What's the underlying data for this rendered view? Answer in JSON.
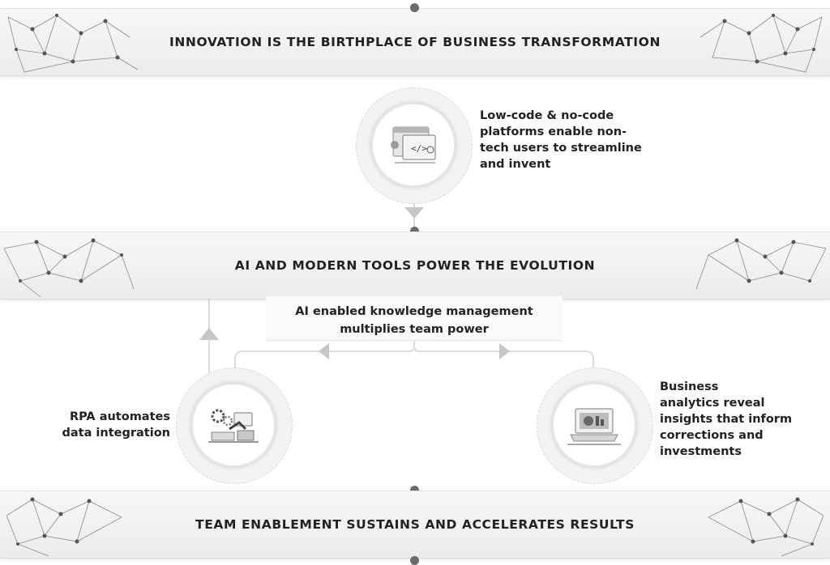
{
  "banners": {
    "top": "INNOVATION IS THE BIRTHPLACE OF  BUSINESS TRANSFORMATION",
    "middle": "AI AND MODERN TOOLS POWER  THE EVOLUTION",
    "bottom": "TEAM ENABLEMENT  SUSTAINS AND ACCELERATES  RESULTS"
  },
  "nodes": {
    "lowcode": {
      "lines": [
        "Low-code & no-code",
        "platforms enable non-",
        "tech users to streamline",
        "and invent"
      ],
      "icon": "code-window-icon"
    },
    "knowledge": {
      "lines": [
        "AI enabled knowledge management",
        "multiplies team power"
      ]
    },
    "rpa": {
      "lines": [
        "RPA automates",
        "data integration"
      ],
      "icon": "robot-arm-gears-icon"
    },
    "analytics": {
      "lines": [
        "Business",
        "analytics reveal",
        "insights that inform",
        "corrections and",
        "investments"
      ],
      "icon": "analytics-laptop-icon"
    }
  },
  "colors": {
    "connector": "#dcdcdc",
    "arrow": "#c9c9c9",
    "dot": "#6a6a6a",
    "banner": "#efefef"
  }
}
